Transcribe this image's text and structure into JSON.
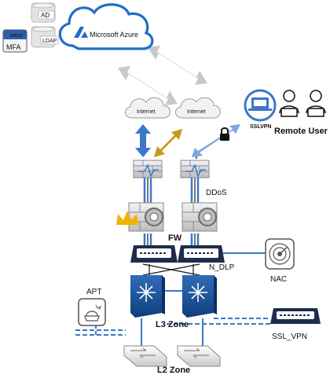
{
  "cloud": {
    "label": "Microsoft Azure"
  },
  "storage": {
    "ad": "AD",
    "ldap": "LDAP"
  },
  "mfa": {
    "label": "MFA",
    "code": "284629"
  },
  "internet": {
    "left": "Internet",
    "right": "Internet"
  },
  "sslvpn_icon": {
    "label": "SSLVPN"
  },
  "remote_user": {
    "label": "Remote User"
  },
  "ddos": {
    "label": "DDoS"
  },
  "fw": {
    "label": "FW"
  },
  "ndlp": {
    "label": "N_DLP"
  },
  "nac": {
    "label": "NAC"
  },
  "apt": {
    "label": "APT"
  },
  "l3": {
    "label": "L3 Zone"
  },
  "ssl_vpn_device": {
    "label": "SSL_VPN"
  },
  "l2": {
    "label": "L2 Zone"
  },
  "colors": {
    "azure": "#1f6fc4",
    "link_blue": "#3b78c9",
    "gold_arrow": "#c79a1e",
    "gray_arrow": "#c8c8c8",
    "crown": "#f0b400"
  }
}
